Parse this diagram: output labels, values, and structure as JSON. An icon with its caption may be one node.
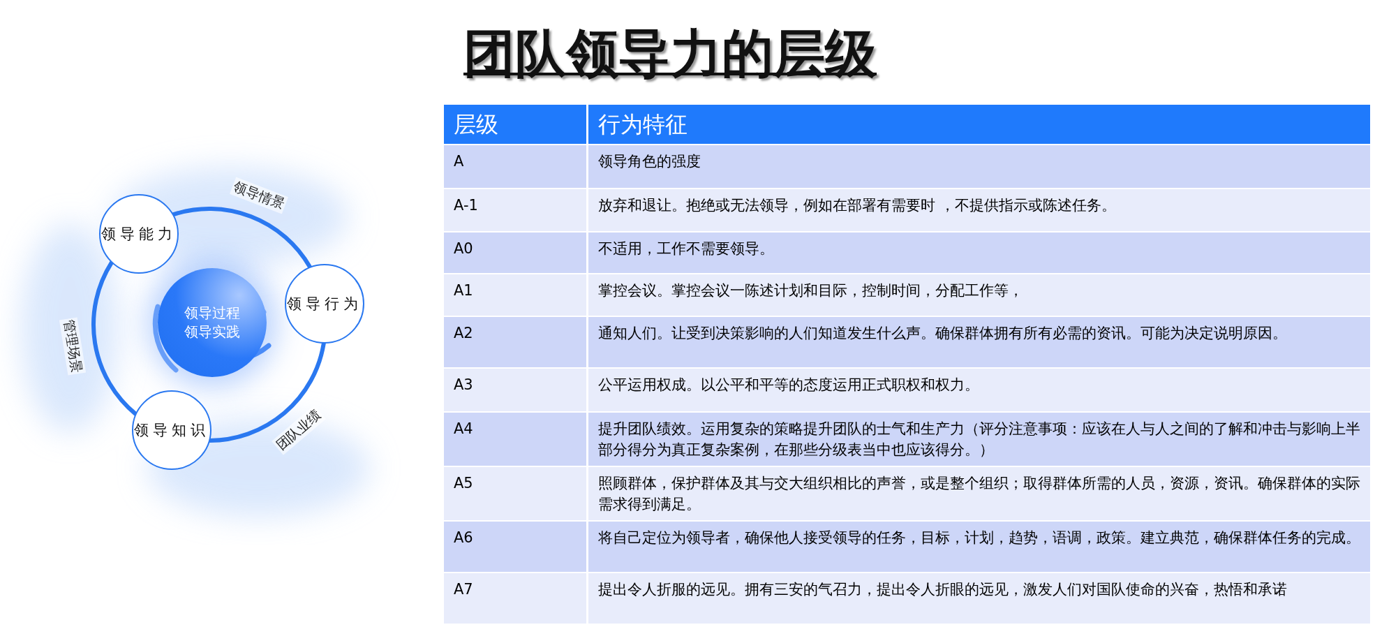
{
  "diagram": {
    "title": "团队领导力的层级",
    "nodes": [
      {
        "text": [
          "领导过程",
          "领导实践"
        ]
      },
      {
        "text": [
          "领导能力"
        ]
      },
      {
        "text": [
          "领导行为"
        ]
      },
      {
        "text": [
          "领导知识"
        ]
      }
    ],
    "edges": [
      {
        "from": 1,
        "to": 2,
        "arrow": "none",
        "label": "领导情景"
      },
      {
        "from": 2,
        "to": 3,
        "arrow": "none",
        "label": "团队业绩"
      },
      {
        "from": 3,
        "to": 1,
        "arrow": "none",
        "label": "管理场景"
      }
    ],
    "labels": [
      "层级",
      "行为特征",
      "A",
      "领导角色的强度",
      "A-1",
      "放弃和退让。抱绝或无法领导，例如在部署有需要时 ，不提供指示或陈述任务。",
      "A0",
      "不适用，工作不需要领导。",
      "A1",
      "掌控会议。掌控会议一陈述计划和目际，控制时间，分配工作等，",
      "A2",
      "通知人们。让受到决策影响的人们知道发生什么声。确保群体拥有所有必需的资讯。可能为决定说明原因。",
      "A3",
      "公平运用权成。以公平和平等的态度运用正式职权和权力。",
      "A4",
      "提升团队绩效。运用复杂的策略提升团队的士气和生产力（评分注意事项：应该在人与人之间的了解和冲击与影响上半部分得分为真正复杂案例，在那些分级表当中也应该得分。）",
      "A5",
      "照顾群体，保护群体及其与交大组织相比的声誉，或是整个组织；取得群体所需的人员，资源，资讯。确保群体的实际需求得到满足。",
      "A6",
      "将自己定位为领导者，确保他人接受领导的任务，目标，计划，趋势，语调，政策。建立典范，确保群体任务的完成。",
      "A7",
      "提出令人折服的远见。拥有三安的气召力，提出令人折眼的远见，激发人们对国队使命的兴奋，热悟和承诺"
    ]
  }
}
